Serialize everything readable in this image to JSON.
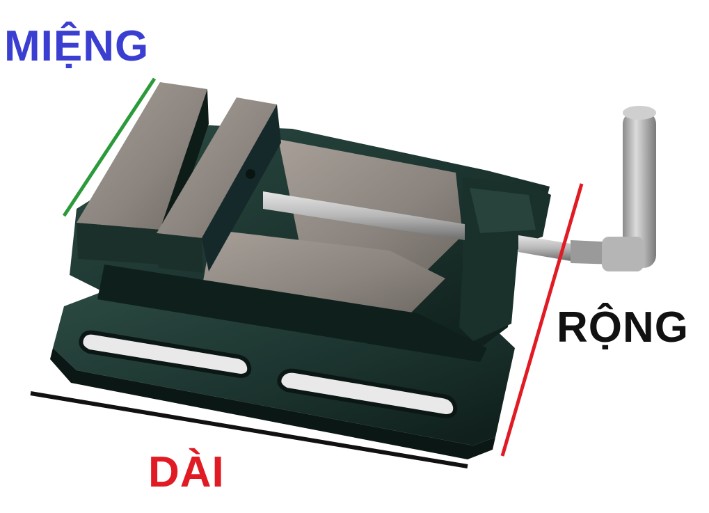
{
  "labels": {
    "mouth": "MIỆNG",
    "width": "RỘNG",
    "length": "DÀI"
  },
  "colors": {
    "mouth_text": "#3a3fd1",
    "mouth_line": "#2a9a3a",
    "width_text": "#111111",
    "width_line": "#e01b24",
    "length_text": "#e01b24",
    "length_line": "#111111",
    "vise_body": "#1f3a33",
    "vise_dark": "#0f1f1b",
    "steel": "#8c8580"
  },
  "image": {
    "subject": "drill-press-vise"
  }
}
